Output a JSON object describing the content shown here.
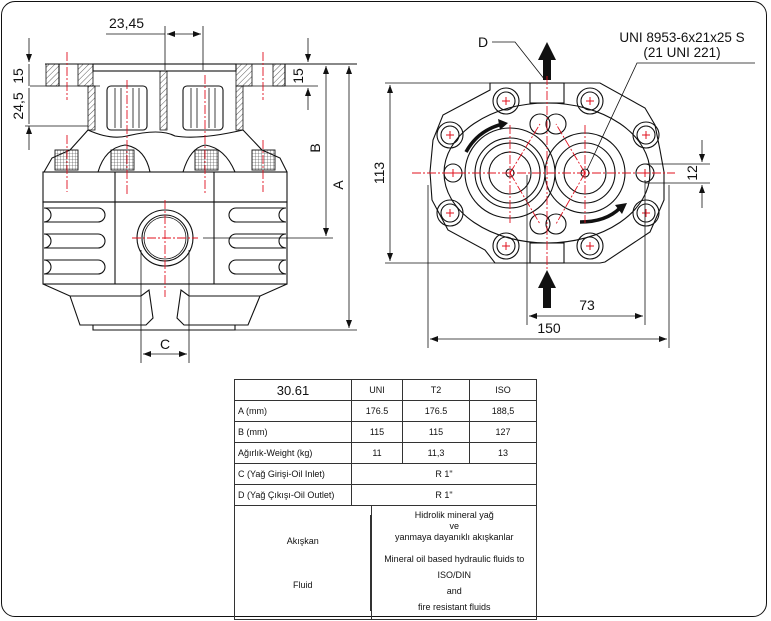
{
  "drawing": {
    "side_view": {
      "dim_pitch": "23,45",
      "dim_flange_left_top": "15",
      "dim_flange_left_bottom": "24,5",
      "dim_flange_right": "15",
      "dim_B": "B",
      "dim_A": "A",
      "dim_C": "C"
    },
    "front_view": {
      "label_D": "D",
      "spline_spec_line1": "UNI 8953-6x21x25 S",
      "spline_spec_line2": "(21 UNI 221)",
      "dim_height": "113",
      "dim_hole": "12",
      "dim_73": "73",
      "dim_150": "150"
    },
    "colors": {
      "line": "#111111",
      "centerline": "#e0101e"
    }
  },
  "spec_table": {
    "model": "30.61",
    "columns": [
      "UNI",
      "T2",
      "ISO"
    ],
    "rows": [
      {
        "label": "A (mm)",
        "values": [
          "176.5",
          "176.5",
          "188,5"
        ]
      },
      {
        "label": "B (mm)",
        "values": [
          "115",
          "115",
          "127"
        ]
      },
      {
        "label": "Ağırlık-Weight (kg)",
        "values": [
          "11",
          "11,3",
          "13"
        ]
      }
    ],
    "inlet": {
      "label": "C (Yağ Girişi-Oil Inlet)",
      "value": "R 1\""
    },
    "outlet": {
      "label": "D (Yağ Çıkışı-Oil Outlet)",
      "value": "R 1\""
    },
    "fluid": {
      "label_tr": "Akışkan",
      "label_en": "Fluid",
      "tr_line1": "Hidrolik mineral yağ",
      "tr_line2": "ve",
      "tr_line3": "yanmaya dayanıklı akışkanlar",
      "en_line1": "Mineral oil based hydraulic fluids to ISO/DIN",
      "en_line2": "and",
      "en_line3": "fire resistant fluids"
    }
  }
}
